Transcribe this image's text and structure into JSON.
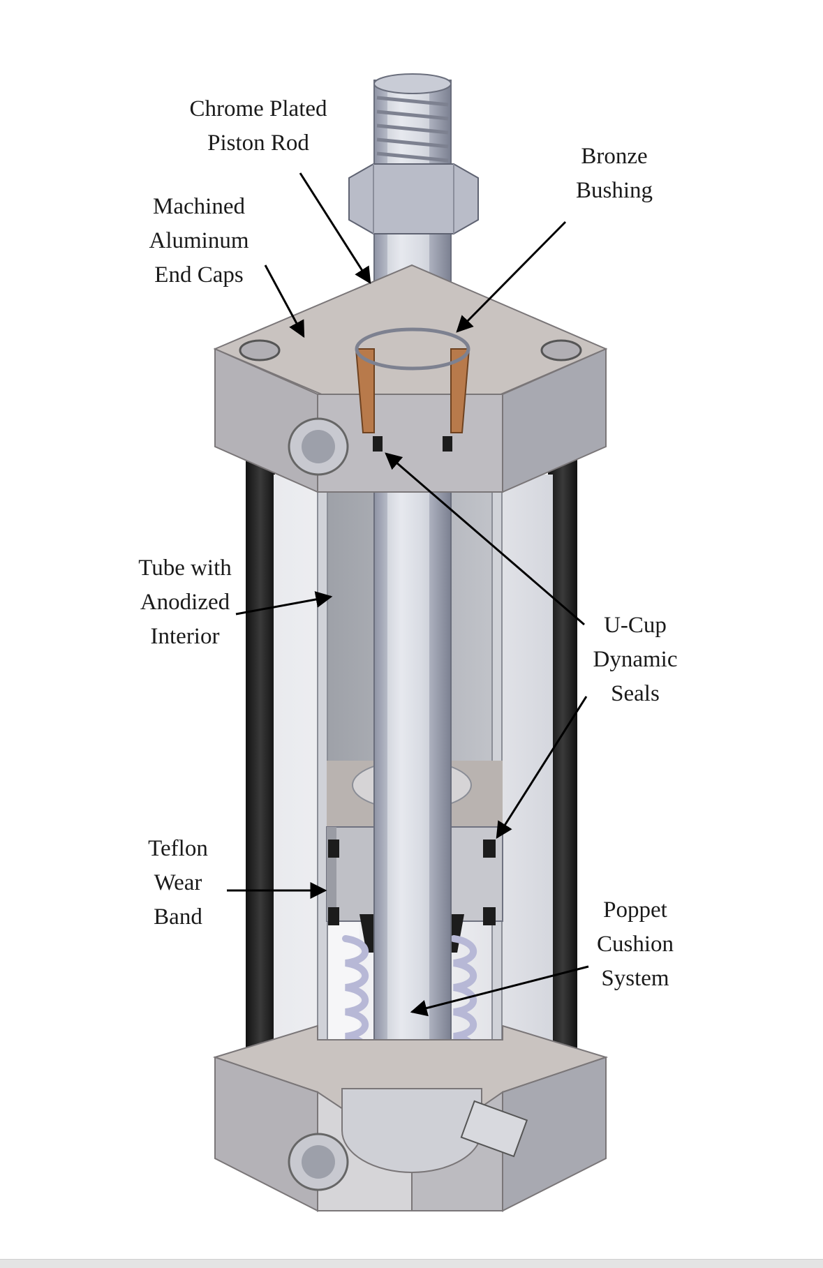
{
  "labels": {
    "piston_rod": [
      "Chrome Plated",
      "Piston Rod"
    ],
    "bronze_bushing": [
      "Bronze",
      "Bushing"
    ],
    "end_caps": [
      "Machined",
      "Aluminum",
      "End Caps"
    ],
    "tube": [
      "Tube with",
      "Anodized",
      "Interior"
    ],
    "ucup_seals": [
      "U-Cup",
      "Dynamic",
      "Seals"
    ],
    "wear_band": [
      "Teflon",
      "Wear",
      "Band"
    ],
    "poppet": [
      "Poppet",
      "Cushion",
      "System"
    ]
  },
  "colors": {
    "metal_light": "#d9dce6",
    "metal_mid": "#a9adba",
    "metal_dark": "#7d8190",
    "cap_top": "#c9c3c0",
    "cap_front": "#b3b1b6",
    "bronze": "#b87a4b",
    "tie_rod": "#1e1e1e",
    "seal": "#1c1c1c",
    "spring": "#c8c8e0"
  }
}
